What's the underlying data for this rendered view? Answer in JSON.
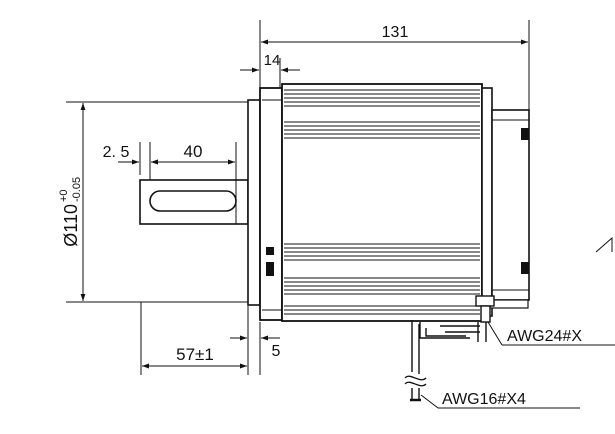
{
  "dimensions": {
    "overall_length": "131",
    "flange_thickness": "14",
    "key_offset": "2. 5",
    "key_length": "40",
    "shaft_length": "57±1",
    "pilot_depth": "5",
    "diameter_main": "Ø110",
    "diameter_tol_upper": "+0",
    "diameter_tol_lower": "-0.05"
  },
  "wires": {
    "signal": "AWG24#X",
    "power": "AWG16#X4"
  },
  "colors": {
    "ink": "#111111",
    "paper": "#ffffff"
  }
}
